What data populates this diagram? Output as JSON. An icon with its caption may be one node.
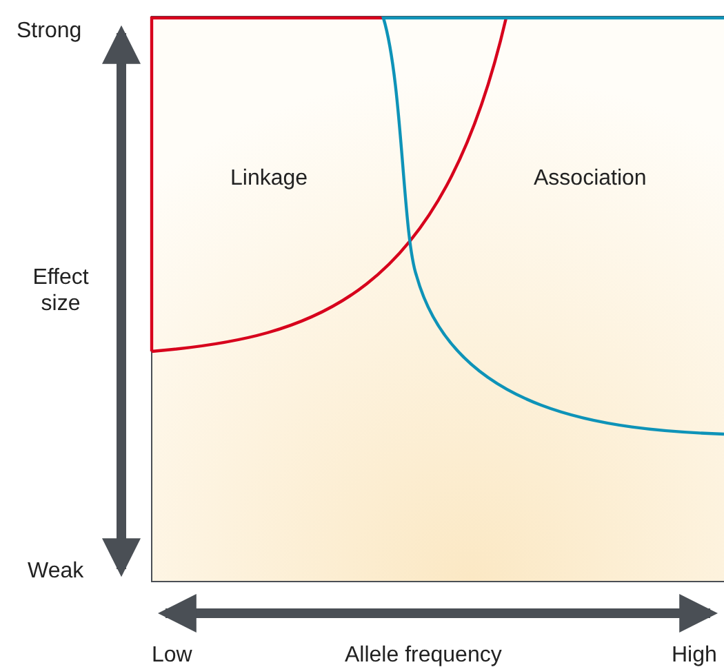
{
  "diagram": {
    "labels": [
      "Strong",
      "Effect size",
      "Weak",
      "Linkage",
      "Association",
      "Low",
      "Allele frequency",
      "High"
    ]
  }
}
